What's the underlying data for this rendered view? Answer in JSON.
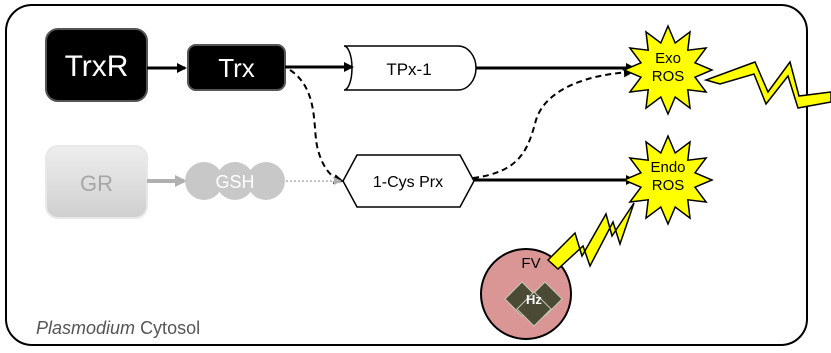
{
  "compartment": {
    "italic_label": "Plasmodium",
    "label": "Cytosol"
  },
  "nodes": {
    "trxr": "TrxR",
    "trx": "Trx",
    "tpx1": "TPx-1",
    "gr": "GR",
    "gsh": "GSH",
    "cys_prx": "1-Cys Prx",
    "exo_ros": [
      "Exo",
      "ROS"
    ],
    "endo_ros": [
      "Endo",
      "ROS"
    ],
    "fv": "FV",
    "hz": "Hz"
  },
  "colors": {
    "active_node": "#000000",
    "inactive_node": "#d9d9d9",
    "inactive_text": "#a6a6a6",
    "ros_fill": "#ffff00",
    "lightning_fill": "#ffff00",
    "fv_fill": "#d99694",
    "hz_fill": "#4a4a35"
  }
}
